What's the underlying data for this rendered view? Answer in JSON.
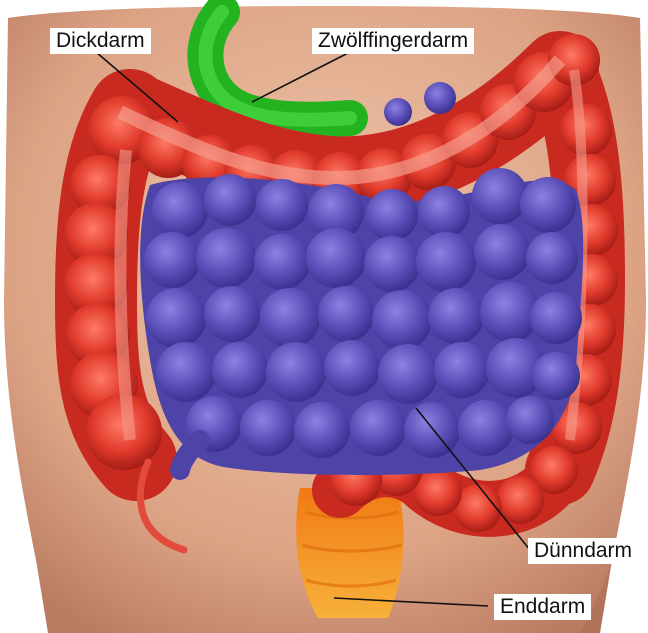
{
  "labels": {
    "dickdarm": "Dickdarm",
    "zwoelffingerdarm": "Zwölffingerdarm",
    "duenndarm": "Dünndarm",
    "enddarm": "Enddarm"
  },
  "colors": {
    "background": "#ffffff",
    "skin": "#e9b596",
    "large_intestine": "#d9342a",
    "small_intestine": "#5a4fb0",
    "duodenum": "#2ec52a",
    "rectum": "#f28a12",
    "leader_line": "#111111"
  }
}
